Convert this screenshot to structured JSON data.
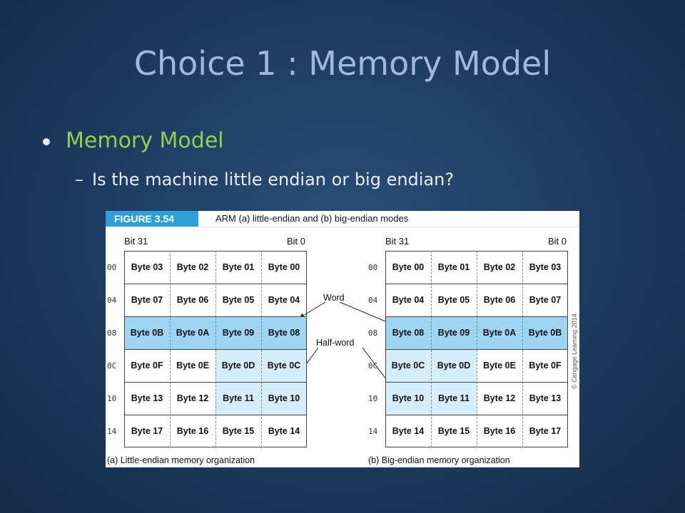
{
  "slide": {
    "title": "Choice 1 : Memory Model",
    "bullet": "Memory Model",
    "sub_dash": "–",
    "sub_bullet": "Is the machine little endian or big endian?"
  },
  "figure": {
    "tag": "FIGURE 3.54",
    "caption": "ARM (a) little-endian and (b) big-endian modes",
    "bit_high": "Bit 31",
    "bit_low": "Bit 0",
    "word_label": "Word",
    "halfword_label": "Half-word",
    "copyright": "© Cengage Learning 2014",
    "addresses": [
      "00",
      "04",
      "08",
      "0C",
      "10",
      "14"
    ],
    "little": {
      "caption": "(a) Little-endian memory organization",
      "rows": [
        [
          "Byte 03",
          "Byte 02",
          "Byte 01",
          "Byte 00"
        ],
        [
          "Byte 07",
          "Byte 06",
          "Byte 05",
          "Byte 04"
        ],
        [
          "Byte 0B",
          "Byte 0A",
          "Byte 09",
          "Byte 08"
        ],
        [
          "Byte 0F",
          "Byte 0E",
          "Byte 0D",
          "Byte 0C"
        ],
        [
          "Byte 13",
          "Byte 12",
          "Byte 11",
          "Byte 10"
        ],
        [
          "Byte 17",
          "Byte 16",
          "Byte 15",
          "Byte 14"
        ]
      ]
    },
    "big": {
      "caption": "(b) Big-endian memory organization",
      "rows": [
        [
          "Byte 00",
          "Byte 01",
          "Byte 02",
          "Byte 03"
        ],
        [
          "Byte 04",
          "Byte 05",
          "Byte 06",
          "Byte 07"
        ],
        [
          "Byte 08",
          "Byte 09",
          "Byte 0A",
          "Byte 0B"
        ],
        [
          "Byte 0C",
          "Byte 0D",
          "Byte 0E",
          "Byte 0F"
        ],
        [
          "Byte 10",
          "Byte 11",
          "Byte 12",
          "Byte 13"
        ],
        [
          "Byte 14",
          "Byte 15",
          "Byte 16",
          "Byte 17"
        ]
      ]
    },
    "colors": {
      "word_highlight": "#9dd5f2",
      "halfword_highlight": "#d6eefb",
      "tag_bg": "#2f9fd8"
    }
  }
}
